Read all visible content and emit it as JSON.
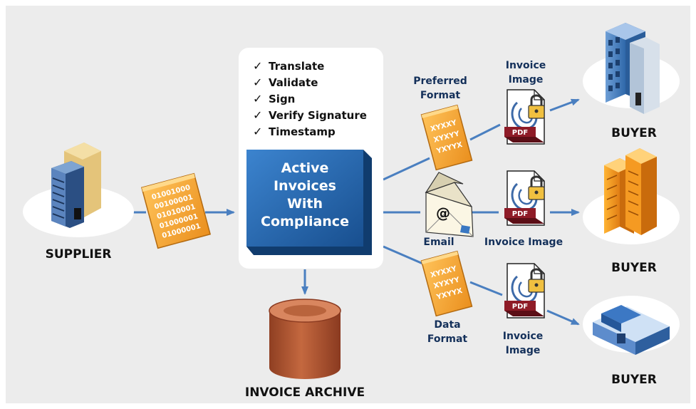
{
  "checklist": {
    "items": [
      "Translate",
      "Validate",
      "Sign",
      "Verify Signature",
      "Timestamp"
    ]
  },
  "center_box": {
    "lines": [
      "Active",
      "Invoices",
      "With",
      "Compliance"
    ]
  },
  "supplier": {
    "label": "SUPPLIER",
    "binary_lines": [
      "01001000",
      "00100001",
      "01010001",
      "01000001",
      "01000001"
    ]
  },
  "archive": {
    "label": "INVOICE ARCHIVE"
  },
  "channels": {
    "top": {
      "format_label_lines": [
        "Preferred",
        "Format"
      ],
      "image_label_lines": [
        "Invoice",
        "Image"
      ],
      "doc_text": [
        "XYXXY",
        "XYXYY",
        "YXYYX"
      ],
      "pdf_label": "PDF"
    },
    "middle": {
      "format_label": "Email",
      "image_label": "Invoice Image",
      "envelope_symbol": "@",
      "pdf_label": "PDF"
    },
    "bottom": {
      "format_label_lines": [
        "Data",
        "Format"
      ],
      "image_label_lines": [
        "Invoice",
        "Image"
      ],
      "doc_text": [
        "XYXXY",
        "XYXYY",
        "YXYYX"
      ],
      "pdf_label": "PDF"
    }
  },
  "buyers": [
    {
      "label": "BUYER"
    },
    {
      "label": "BUYER"
    },
    {
      "label": "BUYER"
    }
  ],
  "colors": {
    "background": "#ececec",
    "label_navy": "#14305a",
    "arrow": "#4a7fc0",
    "document_orange": "#f2a535",
    "center_box_blue": "#1f60a8",
    "archive_brown": "#b65a39",
    "pdf_red": "#8e1b27"
  }
}
